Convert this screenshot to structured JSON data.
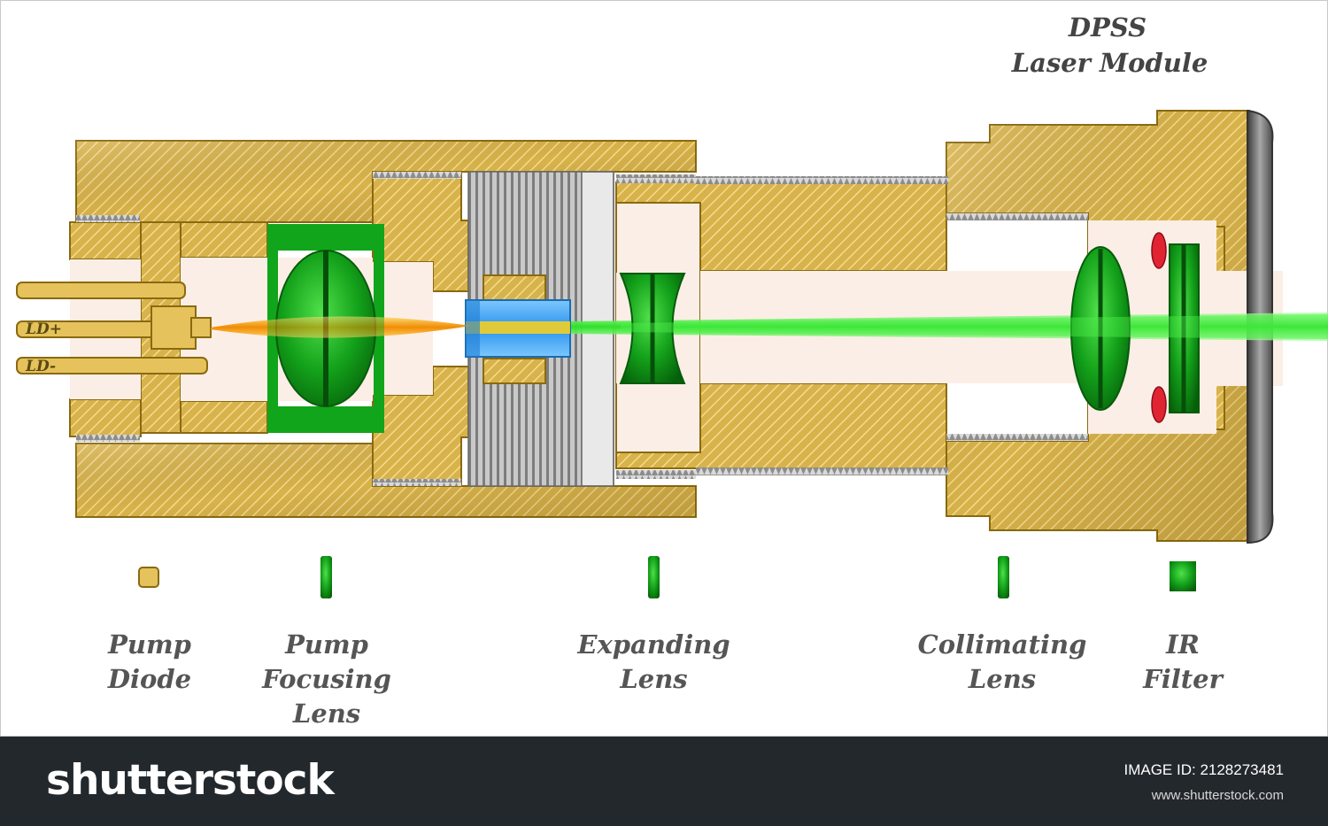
{
  "diagram": {
    "title_line1": "DPSS",
    "title_line2": "Laser Module",
    "pins": [
      "LD+",
      "LD-"
    ],
    "components": [
      {
        "line1": "Pump",
        "line2": "Diode",
        "line3": ""
      },
      {
        "line1": "Pump",
        "line2": "Focusing",
        "line3": "Lens"
      },
      {
        "line1": "Expanding",
        "line2": "Lens",
        "line3": ""
      },
      {
        "line1": "Collimating",
        "line2": "Lens",
        "line3": ""
      },
      {
        "line1": "IR",
        "line2": "Filter",
        "line3": ""
      }
    ],
    "colors": {
      "brass": "#d9b348",
      "brass_dark": "#8a6a10",
      "bore": "#fbeee6",
      "lens_green": "#11a51b",
      "lens_dark": "#066b0c",
      "beam_green": "#5df05a",
      "crystal_blue": "#3aa6f2",
      "pump_beam": "#f09a10",
      "oring_red": "#e12432",
      "cap_grey": "#6f6f6f"
    }
  },
  "footer": {
    "logo": "shutterstock",
    "image_id": "IMAGE ID: 2128273481",
    "url": "www.shutterstock.com"
  }
}
